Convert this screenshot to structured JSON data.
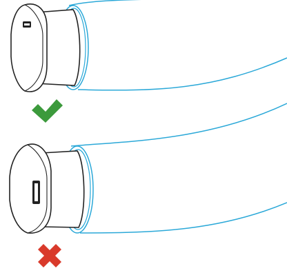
{
  "colors": {
    "hose_outline": "#2aa8d8",
    "device_outline": "#222222",
    "device_fill": "#ffffff",
    "correct_mark": "#3c9a3c",
    "incorrect_mark": "#d93a2b",
    "background": "#ffffff"
  },
  "panels": [
    {
      "id": "correct",
      "port_orientation": "horizontal",
      "result_icon": "check-icon",
      "is_correct": true
    },
    {
      "id": "incorrect",
      "port_orientation": "vertical",
      "result_icon": "cross-icon",
      "is_correct": false
    }
  ]
}
